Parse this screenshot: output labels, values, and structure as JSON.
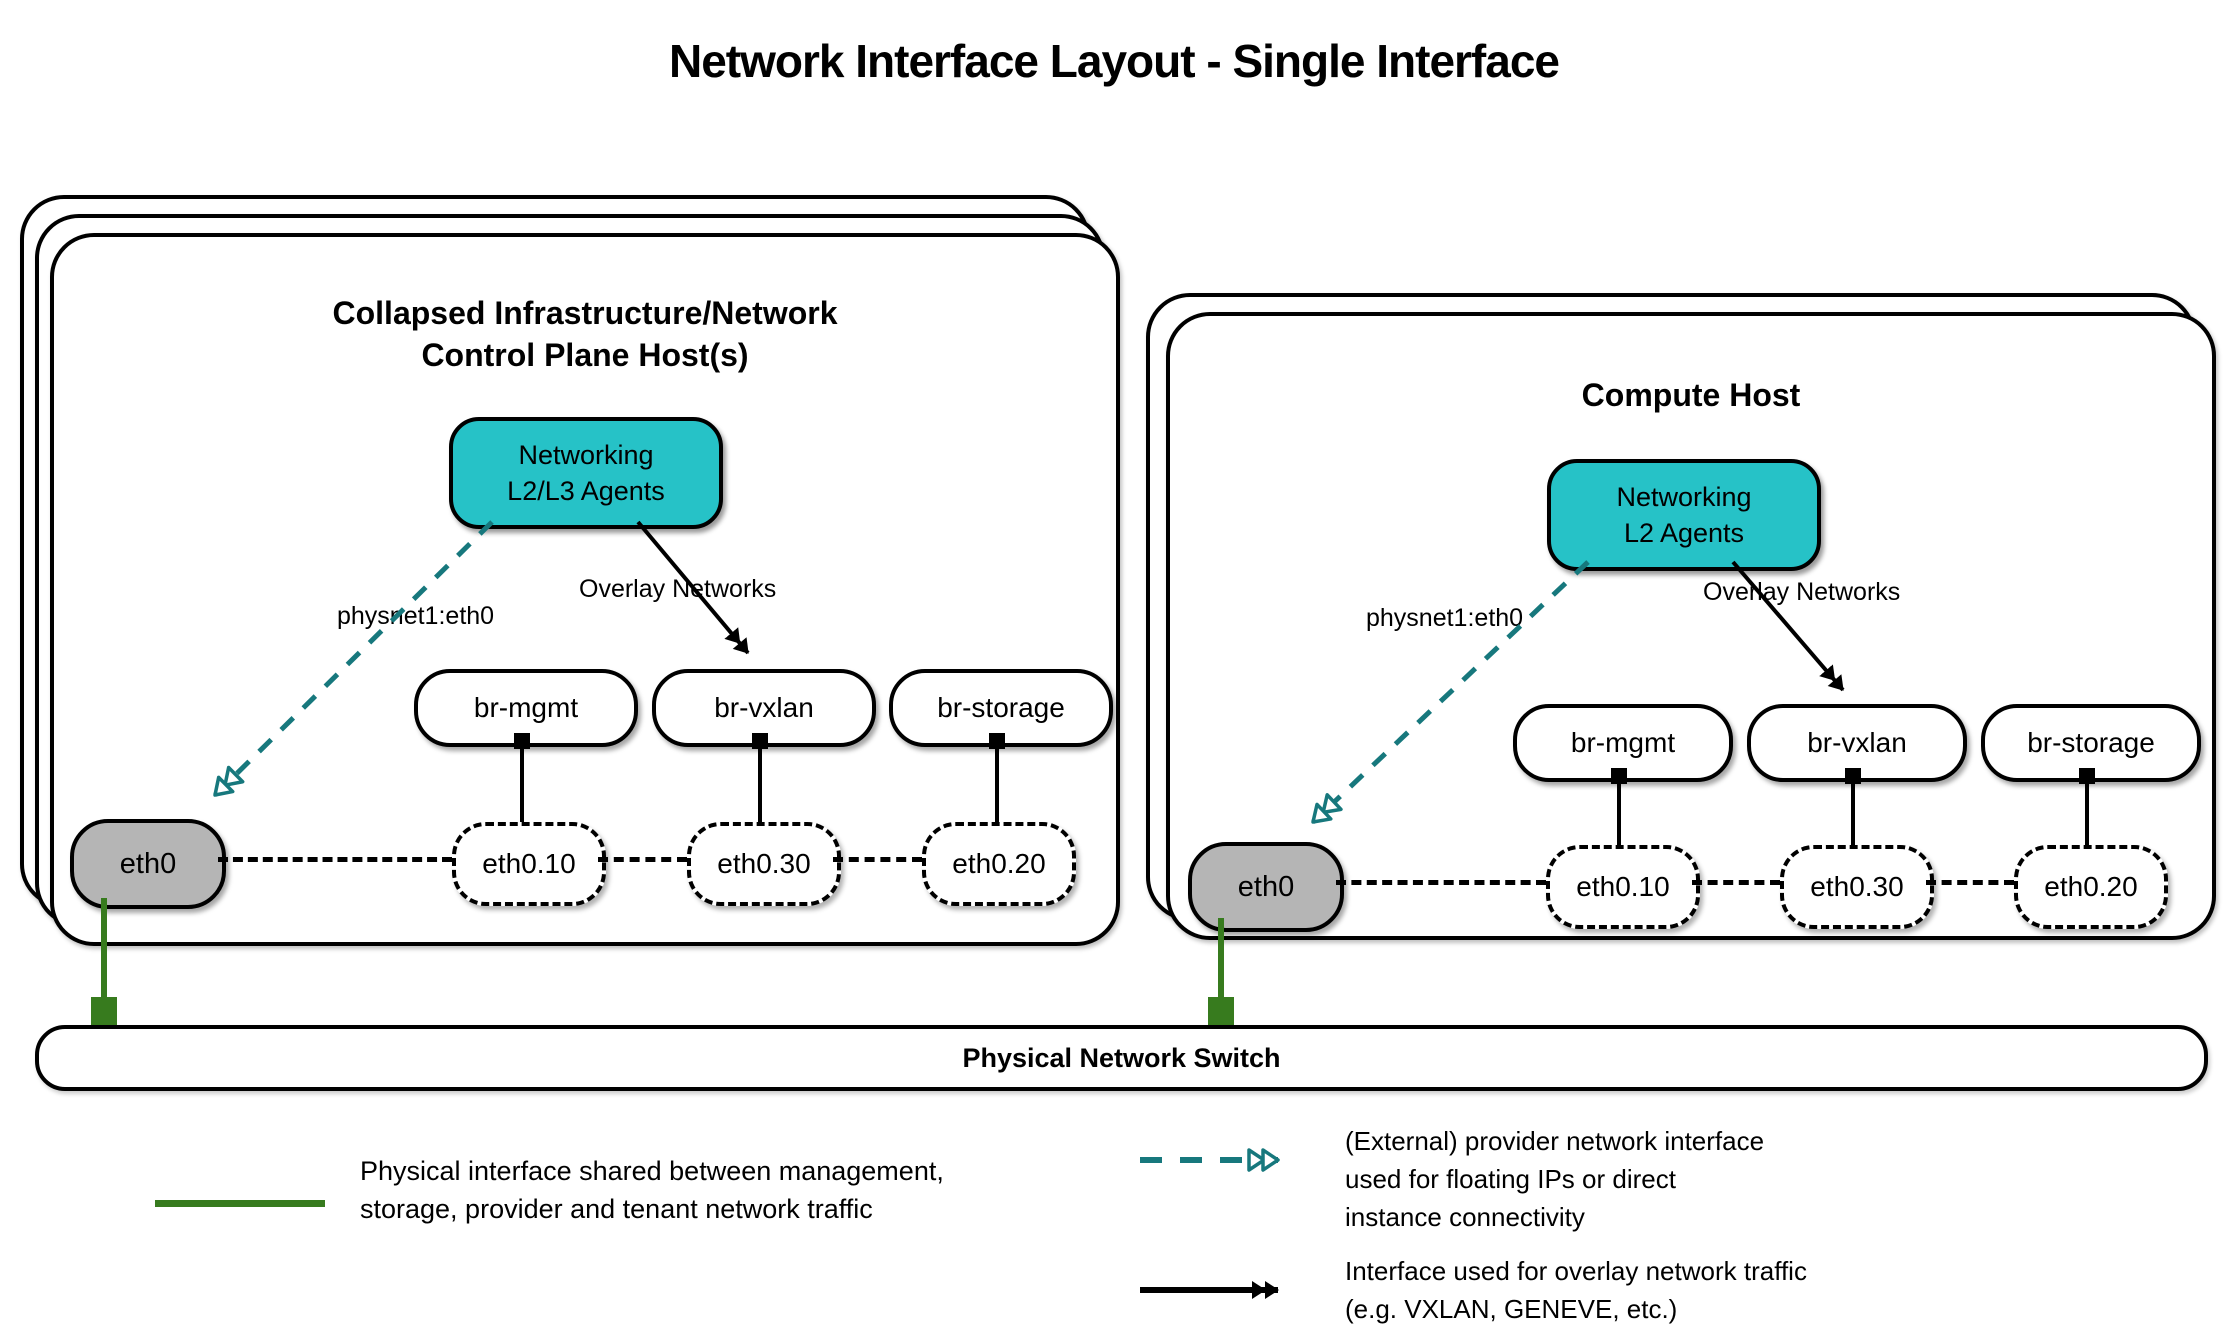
{
  "diagram": {
    "title": "Network Interface Layout - Single Interface"
  },
  "hosts": {
    "left": {
      "title": "Collapsed Infrastructure/Network\nControl Plane Host(s)",
      "agent_label": "Networking\nL2/L3 Agents",
      "provider_label": "physnet1:eth0",
      "overlay_label": "Overlay Networks",
      "bridges": [
        "br-mgmt",
        "br-vxlan",
        "br-storage"
      ],
      "physical_interface": "eth0",
      "vlan_interfaces": [
        "eth0.10",
        "eth0.30",
        "eth0.20"
      ]
    },
    "right": {
      "title": "Compute Host",
      "agent_label": "Networking\nL2 Agents",
      "provider_label": "physnet1:eth0",
      "overlay_label": "Overlay Networks",
      "bridges": [
        "br-mgmt",
        "br-vxlan",
        "br-storage"
      ],
      "physical_interface": "eth0",
      "vlan_interfaces": [
        "eth0.10",
        "eth0.30",
        "eth0.20"
      ]
    }
  },
  "switch": {
    "label": "Physical Network Switch"
  },
  "legend": {
    "physical": {
      "text": "Physical interface shared between management,\nstorage, provider and tenant network traffic"
    },
    "provider": {
      "text": "(External) provider network interface\nused for floating IPs or direct\ninstance connectivity"
    },
    "overlay": {
      "text": "Interface used for overlay network traffic\n(e.g. VXLAN, GENEVE, etc.)"
    }
  },
  "colors": {
    "teal_fill": "#26c2c7",
    "teal_line": "#17787d",
    "green": "#377b1e",
    "gray": "#b5b5b5",
    "black": "#000000"
  }
}
